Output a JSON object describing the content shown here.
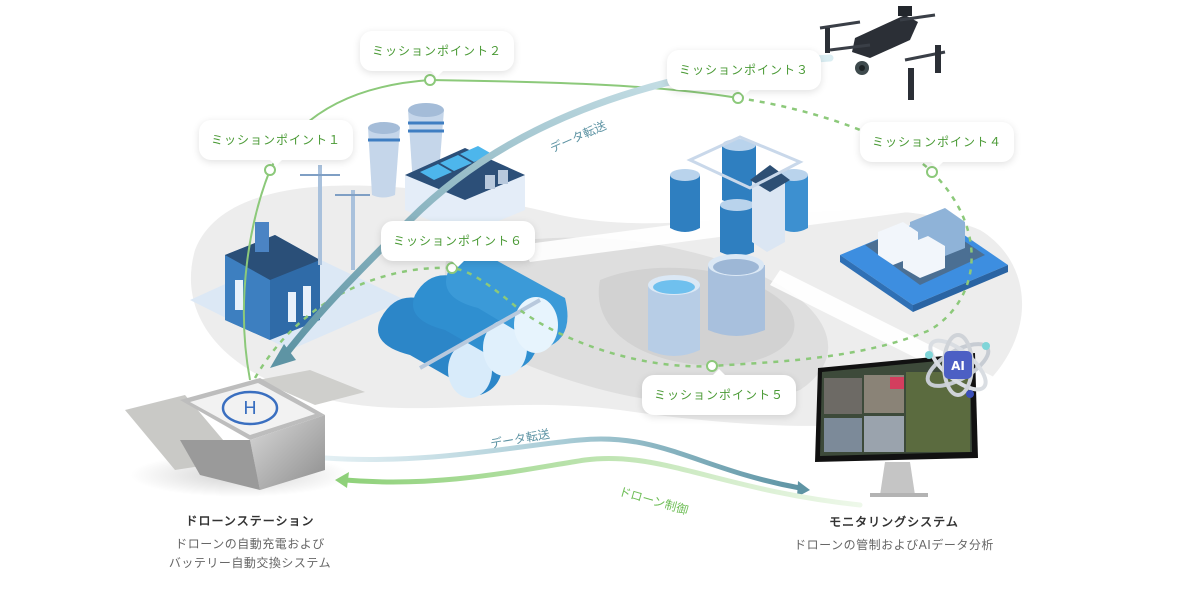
{
  "colors": {
    "mission_text": "#4a9a35",
    "route_green": "#8cc97a",
    "data_transfer": "#6f9fae",
    "drone_control": "#8fd17a",
    "caption_title": "#333333",
    "caption_desc": "#666666"
  },
  "mission_points": [
    {
      "label": "ミッションポイント１"
    },
    {
      "label": "ミッションポイント２"
    },
    {
      "label": "ミッションポイント３"
    },
    {
      "label": "ミッションポイント４"
    },
    {
      "label": "ミッションポイント５"
    },
    {
      "label": "ミッションポイント６"
    }
  ],
  "flows": {
    "drone_data_transfer": "データ転送",
    "station_data_transfer": "データ転送",
    "drone_control": "ドローン制御"
  },
  "drone_station": {
    "title": "ドローンステーション",
    "desc_line1": "ドローンの自動充電および",
    "desc_line2": "バッテリー自動交換システム",
    "helipad_mark": "H"
  },
  "monitoring_system": {
    "title": "モニタリングシステム",
    "desc": "ドローンの管制およびAIデータ分析",
    "ai_badge": "AI"
  },
  "facilities": [
    {
      "name": "substation"
    },
    {
      "name": "power-plant"
    },
    {
      "name": "silo-complex"
    },
    {
      "name": "water-tanks"
    },
    {
      "name": "storage-tanks"
    },
    {
      "name": "offshore-platform"
    }
  ]
}
